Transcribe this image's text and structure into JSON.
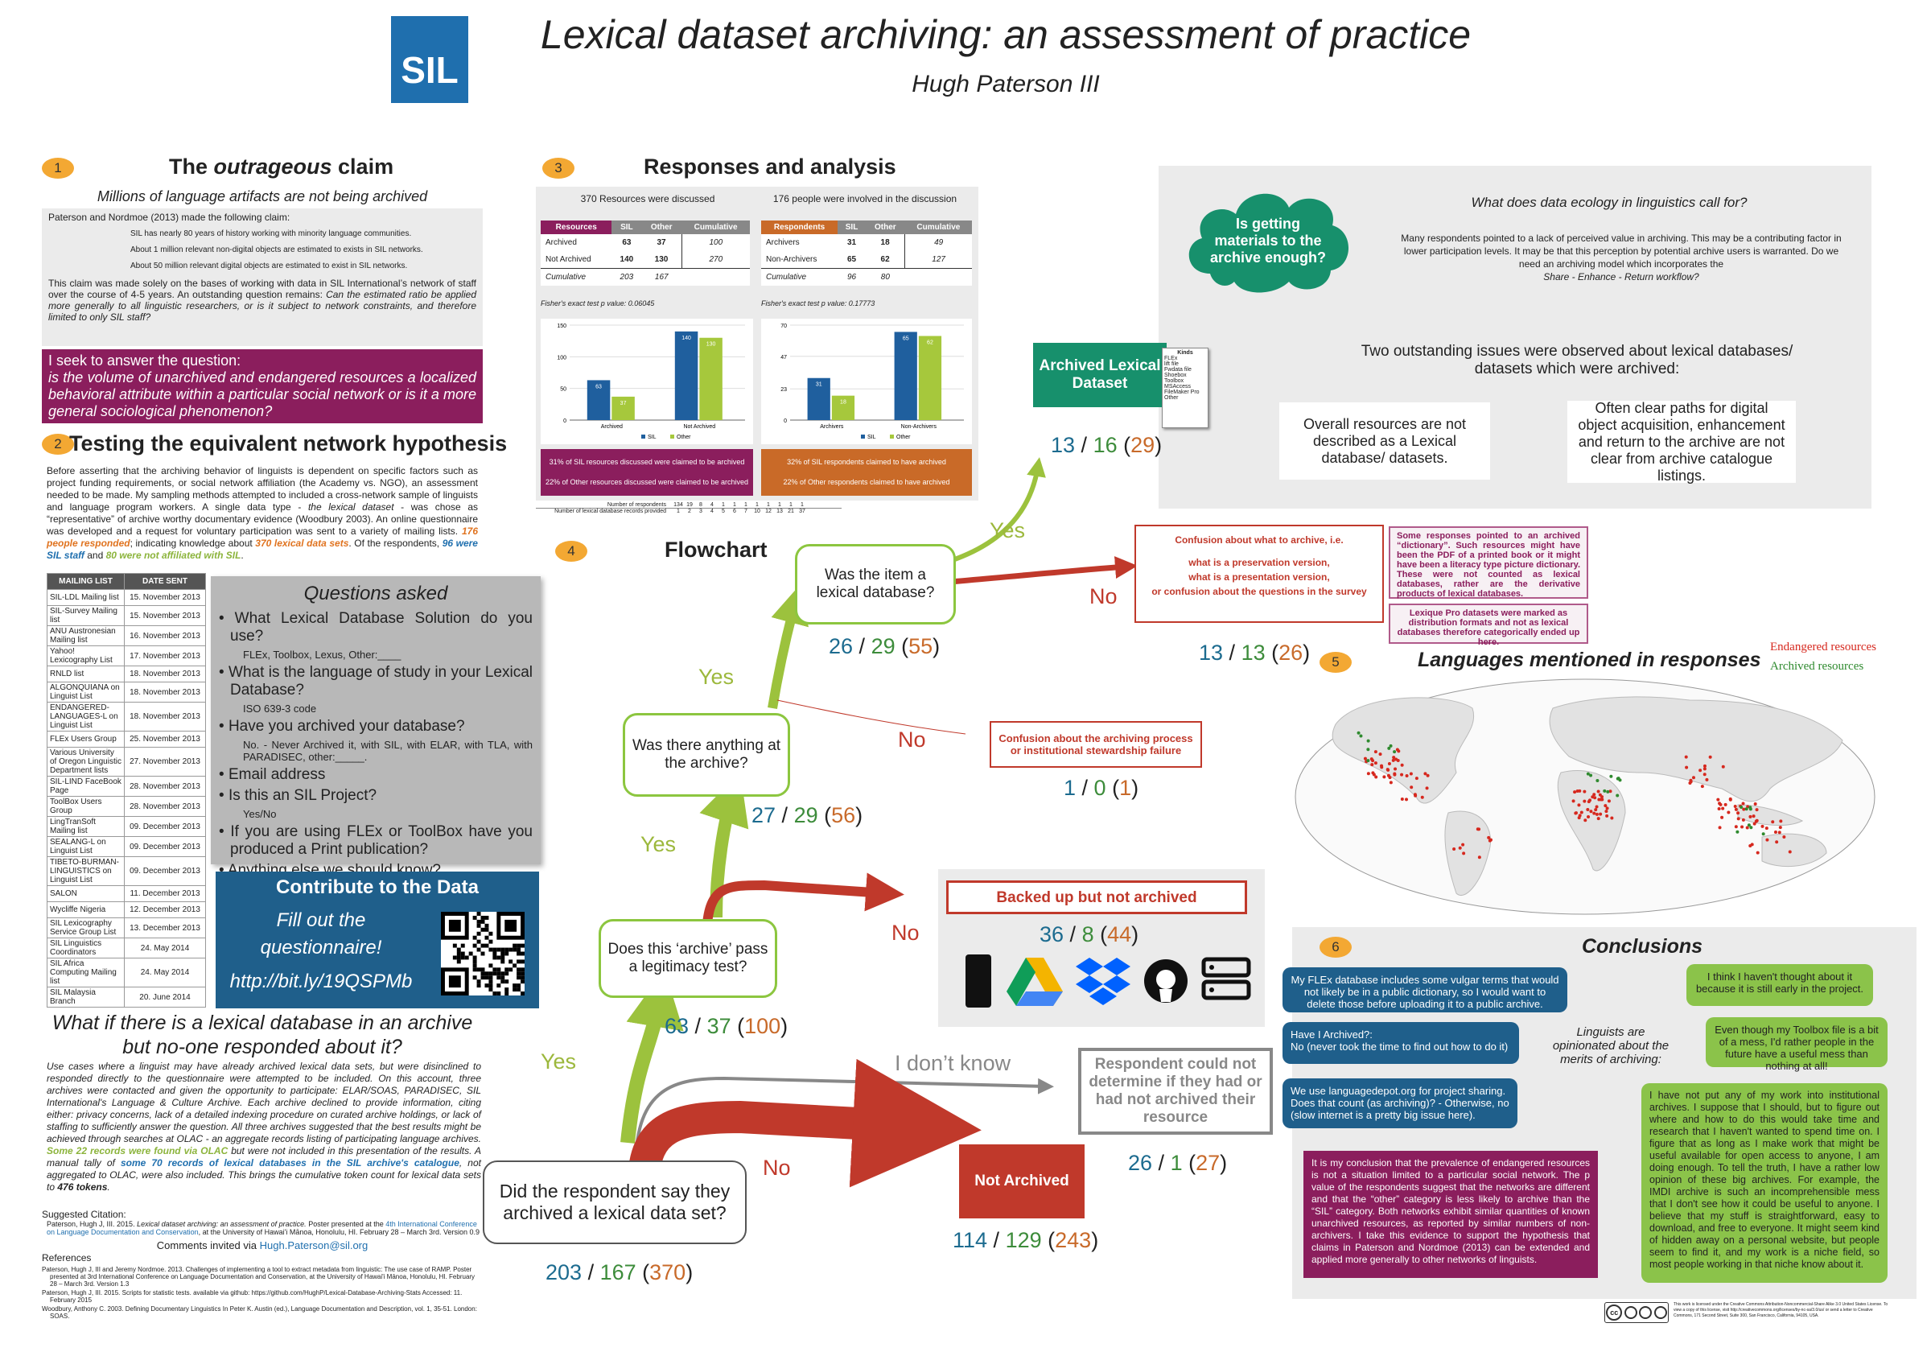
{
  "header": {
    "logo": "SIL",
    "title": "Lexical dataset archiving: an assessment of practice",
    "author": "Hugh Paterson III"
  },
  "s1": {
    "num": "1",
    "title_a": "The ",
    "title_b": "outrageous",
    "title_c": " claim",
    "subtitle": "Millions of language artifacts are not being archived",
    "lead": "Paterson and Nordmoe (2013) made the following claim:",
    "claims": [
      "SIL has nearly 80 years of history working with minority language communities.",
      "About 1 million relevant non-digital objects are estimated to exists in SIL networks.",
      "About 50 million relevant digital objects are estimated to exist in SIL networks."
    ],
    "para_a": "This claim was made solely on the bases of working with data in SIL International’s network of staff over the course of 4-5 years. An outstanding question remains: ",
    "para_b": "Can the estimated ratio be applied more generally to all linguistic researchers, or is it subject to network constraints, and therefore limited to only SIL staff?",
    "question_head": "I seek to answer the question:",
    "question": "is the volume of unarchived and endangered resources a localized behavioral attribute within a particular social network or is it a more general sociological phenomenon?"
  },
  "s2": {
    "num": "2",
    "title": "Testing the equivalent network hypothesis",
    "p1": "Before asserting that the archiving behavior of linguists is dependent on specific factors such as project funding requirements, or social network affiliation (the Academy vs. NGO), an assessment needed to be made. My sampling methods attempted to included a cross-network sample of linguists and language program workers. A single data type - ",
    "p1i": "the lexical dataset",
    "p2": " - was chose as “representative” of archive worthy documentary evidence (Woodbury 2003). An online questionnaire was developed and a request for voluntary participation was sent to a variety of mailing lists. ",
    "h1": "176 people responded",
    "p3": "; indicating knowledge about ",
    "h2": "370 lexical data sets",
    "p4": ". Of the respondents, ",
    "h3": "96 were SIL staff",
    "p5": " and ",
    "h4": "80 were not affiliated with SIL",
    "p6": ".",
    "ml_head": [
      "MAILING LIST",
      "DATE SENT"
    ],
    "ml": [
      [
        "SIL-LDL Mailing list",
        "15. November 2013"
      ],
      [
        "SIL-Survey Mailing list",
        "15. November 2013"
      ],
      [
        "ANU Austronesian Mailing list",
        "16. November 2013"
      ],
      [
        "Yahoo! Lexicography List",
        "17. November 2013"
      ],
      [
        "RNLD list",
        "18. November 2013"
      ],
      [
        "ALGONQUIANA on Linguist List",
        "18. November 2013"
      ],
      [
        "ENDANGERED-LANGUAGES-L on Linguist List",
        "18. November 2013"
      ],
      [
        "FLEx Users Group",
        "25. November 2013"
      ],
      [
        "Various University of Oregon Linguistic Department lists",
        "27. November 2013"
      ],
      [
        "SIL-LIND FaceBook Page",
        "28. November 2013"
      ],
      [
        "ToolBox Users Group",
        "28. November 2013"
      ],
      [
        "LingTranSoft Mailing list",
        "09. December 2013"
      ],
      [
        "SEALANG-L on Linguist List",
        "09. December 2013"
      ],
      [
        "TIBETO-BURMAN-LINGUISTICS on Linguist List",
        "09. December 2013"
      ],
      [
        "SALON",
        "11. December 2013"
      ],
      [
        "Wycliffe Nigeria",
        "12. December 2013"
      ],
      [
        "SIL Lexicography Service Group List",
        "13. December 2013"
      ],
      [
        "SIL Linguistics Coordinators",
        "24. May 2014"
      ],
      [
        "SIL Africa Computing Mailing list",
        "24. May 2014"
      ],
      [
        "SIL Malaysia Branch",
        "20. June 2014"
      ]
    ],
    "qa_title": "Questions asked",
    "qa": [
      {
        "q": "What Lexical Database Solution do you use?",
        "s": "FLEx, Toolbox, Lexus, Other:____"
      },
      {
        "q": "What is the language of study in your Lexical Database?",
        "s": "ISO 639-3 code"
      },
      {
        "q": "Have you archived your database?",
        "s": "No. - Never Archived it, with SIL, with ELAR, with TLA, with PARADISEC, other:_____."
      },
      {
        "q": "Email address",
        "s": ""
      },
      {
        "q": "Is this an SIL Project?",
        "s": "Yes/No"
      },
      {
        "q": "If you are using FLEx or ToolBox have you produced a Print publication?",
        "s": ""
      },
      {
        "q": "Anything else we should know?",
        "s": ""
      }
    ],
    "contrib_title": "Contribute to the Data",
    "contrib_a": "Fill out the",
    "contrib_b": "questionnaire!",
    "contrib_url": "http://bit.ly/19QSPMb"
  },
  "s_what": {
    "title": "What if there is a lexical database in an archive but no-one responded about it?",
    "t1": "Use cases where a linguist may have already archived lexical data sets, but were disinclined to responded directly to the questionnaire were attempted to be included. On this account, three archives were contacted and given the opportunity to participate: ELAR/SOAS, PARADISEC, SIL International's Language & Culture Archive. Each archive declined to provide information, citing either: privacy concerns, lack of a detailed indexing procedure on curated archive holdings, or lack of staffing to sufficiently answer the question. All three archives suggested that the best results might be achieved through searches at OLAC - an aggregate records listing of participating language archives. ",
    "t2": "Some 22 records were found via OLAC",
    "t3": " but were not included in this presentation of the results. A manual tally of ",
    "t4": "some 70 records of lexical databases in the SIL archive's catalogue",
    "t5": ", not aggregated to OLAC, were also included. This brings the cumulative token count for lexical data sets to ",
    "t6": "476 tokens",
    "t7": "."
  },
  "citation": {
    "label": "Suggested Citation:",
    "text_a": "Paterson, Hugh J, III. 2015. ",
    "text_i": "Lexical dataset archiving: an assessment of practice.",
    "text_b": " Poster presented at the ",
    "text_h": "4th International Conference on Language Documentation and Conservation",
    "text_c": ", at the University of Hawai'i Mānoa, Honolulu, HI. February 28 – March 3rd. Version 0.9",
    "comments": "Comments invited via ",
    "email": "Hugh.Paterson@sil.org"
  },
  "refs": {
    "label": "References",
    "items": [
      "Paterson, Hugh J, III and Jeremy Nordmoe. 2013. Challenges of implementing a tool to extract metadata from linguistic: The use case of RAMP. Poster presented at 3rd International Conference on Language Documentation and Conservation, at the University of Hawai'i Mānoa, Honolulu, HI. February 28 – March 3rd. Version 1.3",
      "Paterson, Hugh J, III. 2015. Scripts for statistic tests. available via github: https://github.com/HughP/Lexical-Database-Archiving-Stats Accessed: 11. February 2015",
      "Woodbury, Anthony C. 2003. Defining Documentary Linguistics In Peter K. Austin (ed.), Language Documentation and Description, vol. 1, 35-51. London: SOAS."
    ]
  },
  "s3": {
    "num": "3",
    "title": "Responses and analysis",
    "left": {
      "caption": "370 Resources were discussed",
      "head": [
        "Resources",
        "SIL",
        "Other",
        "Cumulative"
      ],
      "rows": [
        [
          "Archived",
          "63",
          "37",
          "100"
        ],
        [
          "Not Archived",
          "140",
          "130",
          "270"
        ],
        [
          "Cumulative",
          "203",
          "167",
          ""
        ]
      ],
      "fisher": "Fisher's exact test p value: 0.06045",
      "note1": "31% of SIL resources discussed were claimed to be archived",
      "note2": "22% of Other resources discussed were claimed to be archived"
    },
    "right": {
      "caption": "176 people were involved in the discussion",
      "head": [
        "Respondents",
        "SIL",
        "Other",
        "Cumulative"
      ],
      "rows": [
        [
          "Archivers",
          "31",
          "18",
          "49"
        ],
        [
          "Non-Archivers",
          "65",
          "62",
          "127"
        ],
        [
          "Cumulative",
          "96",
          "80",
          ""
        ]
      ],
      "fisher": "Fisher's exact test p value: 0.17773",
      "note1": "32% of SIL respondents claimed to have archived",
      "note2": "22% of Other respondents claimed to have archived"
    },
    "resp_label": "Number of respondents",
    "resp_values": [
      "134",
      "19",
      "8",
      "4",
      "1",
      "1",
      "1",
      "1",
      "1",
      "1",
      "1",
      "1"
    ],
    "rec_label": "Number of lexical database records provided",
    "rec_values": [
      "1",
      "2",
      "3",
      "4",
      "5",
      "6",
      "7",
      "10",
      "12",
      "13",
      "21",
      "37"
    ]
  },
  "chart_data": [
    {
      "type": "bar",
      "categories": [
        "Archived",
        "Not Archived"
      ],
      "series": [
        {
          "name": "SIL",
          "values": [
            63,
            140
          ]
        },
        {
          "name": "Other",
          "values": [
            37,
            130
          ]
        }
      ],
      "ylim": [
        0,
        150
      ],
      "yticks": [
        0,
        50,
        100,
        150
      ],
      "colors": [
        "#1f5f9e",
        "#a6c83c"
      ]
    },
    {
      "type": "bar",
      "categories": [
        "Archivers",
        "Non-Archivers"
      ],
      "series": [
        {
          "name": "SIL",
          "values": [
            31,
            65
          ]
        },
        {
          "name": "Other",
          "values": [
            18,
            62
          ]
        }
      ],
      "ylim": [
        0,
        70
      ],
      "yticks": [
        0,
        23,
        47,
        70
      ],
      "colors": [
        "#1f5f9e",
        "#a6c83c"
      ]
    }
  ],
  "ecology": {
    "cloud": "Is getting materials to the archive enough?",
    "q": "What does data ecology in linguistics call for?",
    "p": "Many respondents pointed to a lack of perceived value in archiving. This may be a contributing factor in lower participation levels. It may be that this perception by potential archive users is warranted. Do we need an archiving model which incorporates the",
    "p_i": "Share - Enhance - Return workflow?",
    "issues": "Two outstanding issues were observed about lexical databases/ datasets which were archived:",
    "i1": "Overall resources are not described as a Lexical database/ datasets.",
    "i2": "Often clear paths for digital object acquisition, enhancement and return to the archive are not clear from archive catalogue listings."
  },
  "flow": {
    "num": "4",
    "title": "Flowchart",
    "archived_ds": "Archived Lexical Dataset",
    "kinds_title": "Kinds",
    "kinds": [
      "FLEx",
      "lift file",
      "Fwdata file",
      "Shoebox",
      "Toolbox",
      "MSAccess",
      "FileMaker Pro",
      "Other"
    ],
    "q1": "Was the item a lexical database?",
    "q2": "Was there anything at the archive?",
    "q3": "Does this ‘archive’ pass a legitimacy test?",
    "q4": "Did the respondent say they archived a lexical data set?",
    "yes": "Yes",
    "no": "No",
    "idk": "I don’t know",
    "conf1": [
      "Confusion about what to archive, i.e.",
      "what is a preservation version,",
      "what is a presentation version,",
      "or confusion about the questions in the survey"
    ],
    "pink1": "Some responses pointed to an archived “dictionary”. Such resources might have been the PDF of a printed book or it might have been a literacy type picture dictionary. These were not counted as lexical databases, rather are the derivative products of lexical databases.",
    "pink2": "Lexique Pro datasets were marked as distribution formats and not as lexical databases therefore categorically ended up here.",
    "conf2": "Confusion about the archiving process or institutional stewardship failure",
    "backed": "Backed up but not archived",
    "notarch": "Not Archived",
    "undet": "Respondent could not determine if they had or had not archived their resource",
    "n_ads": [
      "13",
      "16",
      "29"
    ],
    "n_q1": [
      "26",
      "29",
      "55"
    ],
    "n_q2": [
      "27",
      "29",
      "56"
    ],
    "n_q3": [
      "63",
      "37",
      "100"
    ],
    "n_q4": [
      "203",
      "167",
      "370"
    ],
    "n_conf1": [
      "13",
      "13",
      "26"
    ],
    "n_conf2": [
      "1",
      "0",
      "1"
    ],
    "n_back": [
      "36",
      "8",
      "44"
    ],
    "n_undet": [
      "26",
      "1",
      "27"
    ],
    "n_not": [
      "114",
      "129",
      "243"
    ]
  },
  "s5": {
    "num": "5",
    "title": "Languages mentioned in responses",
    "leg1": "Endangered resources",
    "leg2": "Archived resources",
    "leg1_color": "#d6281e",
    "leg2_color": "#2f8a2f"
  },
  "s6": {
    "num": "6",
    "title": "Conclusions",
    "center": "Linguists are opinionated about the merits of archiving:",
    "b1": "My FLEx database includes some vulgar terms that would not likely be in a public dictionary, so I would want to delete those before uploading it to a public archive.",
    "b2": "Have I Archived?:\nNo (never took the time to find out how to do it)",
    "b3": "We use languagedepot.org for project sharing. Does that count (as archiving)? - Otherwise, no (slow internet is a pretty big issue here).",
    "g1": "I think I haven't thought about it because it is still early in the project.",
    "g2": "Even though my Toolbox file is a bit of a mess, I'd rather people in the future have a useful mess than nothing at all!",
    "g3": "I have not put any of my work into institutional archives. I suppose that I should, but to figure out where and how to do this would take time and research that I haven't wanted to spend time on. I figure that as long as I make work that might be useful available for open access to anyone, I am doing enough. To tell the truth, I have a rather low opinion of these big archives. For example, the IMDI archive is such an incomprehensible mess that I don't see how it could be useful to anyone. I believe that my stuff is straightforward, easy to download, and free to everyone. It might seem kind of hidden away on a personal website, but people seem to find it, and my work is a niche field, so most people working in that niche know about it.",
    "final": "It is my conclusion that the prevalence of endangered resources is not a situation limited to a particular social network. The p value of the respondents suggest that the networks are different and that the “other” category is less likely to archive than the “SIL” category. Both networks exhibit similar quantities of known unarchived resources, as reported by similar numbers of non-archivers. I take this evidence to support the hypothesis that claims in Paterson and Nordmoe (2013) can be extended and applied more generally to other networks of linguists."
  },
  "license": {
    "text": "This work is licensed under the Creative Commons Attribution-Noncommercial-Share Alike 3.0 United States License. To view a copy of this license, visit http://creativecommons.org/licenses/by-nc-sa/3.0/us/ or send a letter to Creative Commons, 171 Second Street, Suite 300, San Francisco, California, 94105, USA."
  }
}
